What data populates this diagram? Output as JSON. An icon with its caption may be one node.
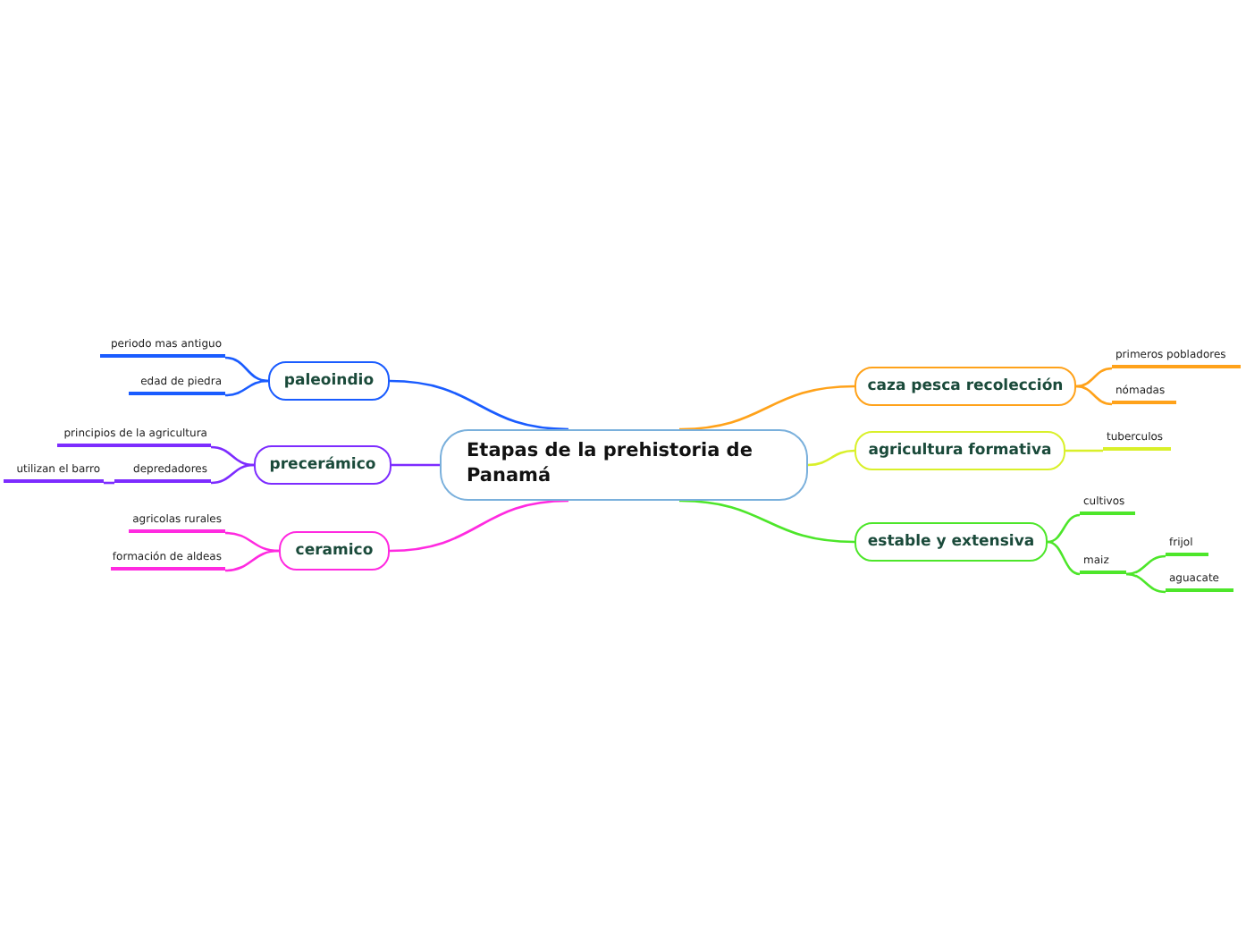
{
  "diagram": {
    "nodes": [
      {
        "text": [
          "Etapas de la prehistoria de Panamá"
        ]
      },
      {
        "text": [
          "paleoindio"
        ]
      },
      {
        "text": [
          "periodo mas antiguo"
        ]
      },
      {
        "text": [
          "edad de piedra"
        ]
      },
      {
        "text": [
          "precerámico"
        ]
      },
      {
        "text": [
          "principios de la agricultura"
        ]
      },
      {
        "text": [
          "depredadores"
        ]
      },
      {
        "text": [
          "utilizan el barro"
        ]
      },
      {
        "text": [
          "ceramico"
        ]
      },
      {
        "text": [
          "agricolas rurales"
        ]
      },
      {
        "text": [
          "formación de aldeas"
        ]
      },
      {
        "text": [
          "caza pesca recolección"
        ]
      },
      {
        "text": [
          "primeros pobladores"
        ]
      },
      {
        "text": [
          "nómadas"
        ]
      },
      {
        "text": [
          "agricultura formativa"
        ]
      },
      {
        "text": [
          "tuberculos"
        ]
      },
      {
        "text": [
          "estable y extensiva"
        ]
      },
      {
        "text": [
          "cultivos"
        ]
      },
      {
        "text": [
          "maiz"
        ]
      },
      {
        "text": [
          "frijol"
        ]
      },
      {
        "text": [
          "aguacate"
        ]
      }
    ],
    "edges": [
      {
        "from": 0,
        "to": 1,
        "arrow": "none",
        "color": "#1a5cff"
      },
      {
        "from": 1,
        "to": 2,
        "arrow": "none",
        "color": "#1a5cff"
      },
      {
        "from": 1,
        "to": 3,
        "arrow": "none",
        "color": "#1a5cff"
      },
      {
        "from": 0,
        "to": 4,
        "arrow": "none",
        "color": "#7d2cff"
      },
      {
        "from": 4,
        "to": 5,
        "arrow": "none",
        "color": "#7d2cff"
      },
      {
        "from": 4,
        "to": 6,
        "arrow": "none",
        "color": "#7d2cff"
      },
      {
        "from": 6,
        "to": 7,
        "arrow": "none",
        "color": "#7d2cff"
      },
      {
        "from": 0,
        "to": 8,
        "arrow": "none",
        "color": "#ff2ae0"
      },
      {
        "from": 8,
        "to": 9,
        "arrow": "none",
        "color": "#ff2ae0"
      },
      {
        "from": 8,
        "to": 10,
        "arrow": "none",
        "color": "#ff2ae0"
      },
      {
        "from": 0,
        "to": 11,
        "arrow": "none",
        "color": "#ffa21a"
      },
      {
        "from": 11,
        "to": 12,
        "arrow": "none",
        "color": "#ffa21a"
      },
      {
        "from": 11,
        "to": 13,
        "arrow": "none",
        "color": "#ffa21a"
      },
      {
        "from": 0,
        "to": 14,
        "arrow": "none",
        "color": "#d9f02a"
      },
      {
        "from": 14,
        "to": 15,
        "arrow": "none",
        "color": "#d9f02a"
      },
      {
        "from": 0,
        "to": 16,
        "arrow": "none",
        "color": "#4de62a"
      },
      {
        "from": 16,
        "to": 17,
        "arrow": "none",
        "color": "#4de62a"
      },
      {
        "from": 16,
        "to": 18,
        "arrow": "none",
        "color": "#4de62a"
      },
      {
        "from": 18,
        "to": 19,
        "arrow": "none",
        "color": "#4de62a"
      },
      {
        "from": 18,
        "to": 20,
        "arrow": "none",
        "color": "#4de62a"
      }
    ]
  }
}
